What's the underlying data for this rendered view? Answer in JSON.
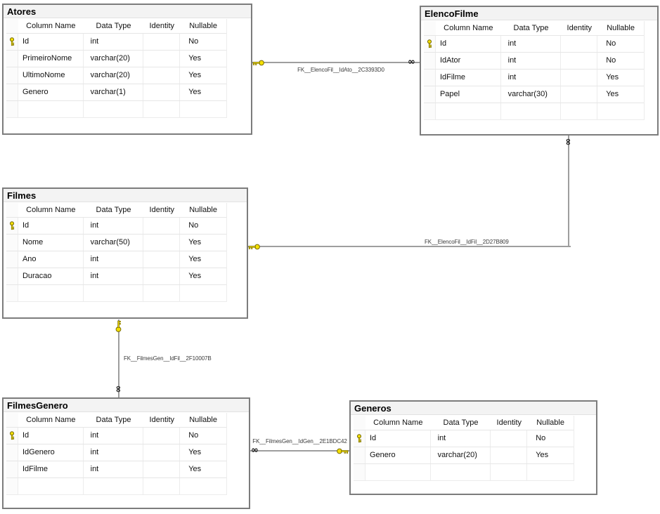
{
  "diagram": {
    "column_headers": [
      "Column Name",
      "Data Type",
      "Identity",
      "Nullable"
    ],
    "tables": {
      "atores": {
        "title": "Atores",
        "rows": [
          {
            "pk": true,
            "name": "Id",
            "type": "int",
            "identity": "",
            "nullable": "No"
          },
          {
            "pk": false,
            "name": "PrimeiroNome",
            "type": "varchar(20)",
            "identity": "",
            "nullable": "Yes"
          },
          {
            "pk": false,
            "name": "UltimoNome",
            "type": "varchar(20)",
            "identity": "",
            "nullable": "Yes"
          },
          {
            "pk": false,
            "name": "Genero",
            "type": "varchar(1)",
            "identity": "",
            "nullable": "Yes"
          }
        ],
        "has_empty_row": true
      },
      "elencofilme": {
        "title": "ElencoFilme",
        "rows": [
          {
            "pk": true,
            "name": "Id",
            "type": "int",
            "identity": "",
            "nullable": "No"
          },
          {
            "pk": false,
            "name": "IdAtor",
            "type": "int",
            "identity": "",
            "nullable": "No"
          },
          {
            "pk": false,
            "name": "IdFilme",
            "type": "int",
            "identity": "",
            "nullable": "Yes"
          },
          {
            "pk": false,
            "name": "Papel",
            "type": "varchar(30)",
            "identity": "",
            "nullable": "Yes"
          }
        ],
        "has_empty_row": true
      },
      "filmes": {
        "title": "Filmes",
        "rows": [
          {
            "pk": true,
            "name": "Id",
            "type": "int",
            "identity": "",
            "nullable": "No"
          },
          {
            "pk": false,
            "name": "Nome",
            "type": "varchar(50)",
            "identity": "",
            "nullable": "Yes"
          },
          {
            "pk": false,
            "name": "Ano",
            "type": "int",
            "identity": "",
            "nullable": "Yes"
          },
          {
            "pk": false,
            "name": "Duracao",
            "type": "int",
            "identity": "",
            "nullable": "Yes"
          }
        ],
        "has_empty_row": true
      },
      "filmesgenero": {
        "title": "FilmesGenero",
        "rows": [
          {
            "pk": true,
            "name": "Id",
            "type": "int",
            "identity": "",
            "nullable": "No"
          },
          {
            "pk": false,
            "name": "IdGenero",
            "type": "int",
            "identity": "",
            "nullable": "Yes"
          },
          {
            "pk": false,
            "name": "IdFilme",
            "type": "int",
            "identity": "",
            "nullable": "Yes"
          }
        ],
        "has_empty_row": true
      },
      "generos": {
        "title": "Generos",
        "rows": [
          {
            "pk": true,
            "name": "Id",
            "type": "int",
            "identity": "",
            "nullable": "No"
          },
          {
            "pk": false,
            "name": "Genero",
            "type": "varchar(20)",
            "identity": "",
            "nullable": "Yes"
          }
        ],
        "has_empty_row": true
      }
    },
    "relationships": [
      {
        "label": "FK__ElencoFil__IdAto__2C3393D0",
        "from": "Atores",
        "to": "ElencoFilme",
        "one_side": "Atores",
        "many_side": "ElencoFilme"
      },
      {
        "label": "FK__ElencoFil__IdFil__2D27B809",
        "from": "Filmes",
        "to": "ElencoFilme",
        "one_side": "Filmes",
        "many_side": "ElencoFilme"
      },
      {
        "label": "FK__FilmesGen__IdFil__2F10007B",
        "from": "Filmes",
        "to": "FilmesGenero",
        "one_side": "Filmes",
        "many_side": "FilmesGenero"
      },
      {
        "label": "FK__FilmesGen__IdGen__2E1BDC42",
        "from": "FilmesGenero",
        "to": "Generos",
        "one_side": "Generos",
        "many_side": "FilmesGenero"
      }
    ],
    "icons": {
      "primary_key": "key-icon",
      "one_cardinality": "key-icon",
      "many_cardinality": "infinity-icon",
      "infinity_glyph": "∞"
    },
    "colors": {
      "key_gold": "#f5e000",
      "key_outline": "#7a6d00",
      "connector_gray": "#9e9e9e",
      "frame_gray": "#7c7c7c",
      "title_bar_bg": "#f3f3f3",
      "grid_line": "#e6e6e6"
    }
  }
}
